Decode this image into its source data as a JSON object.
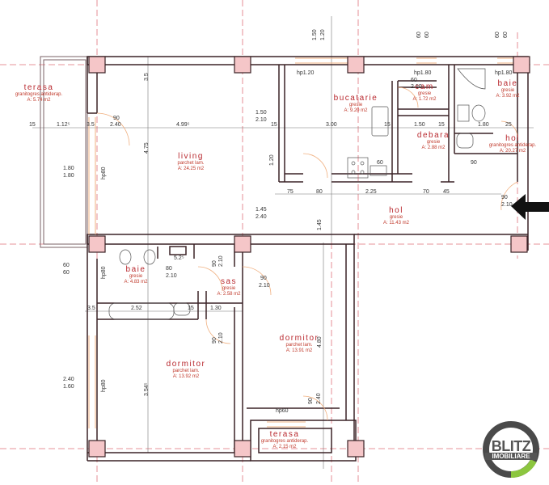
{
  "plan": {
    "rooms": [
      {
        "id": "terasa-1",
        "name": "terasa",
        "material": "granitogres antiderap.",
        "area": "A: 5.74 m2"
      },
      {
        "id": "living",
        "name": "living",
        "material": "parchet lam.",
        "area": "A: 24.25 m2"
      },
      {
        "id": "bucatarie",
        "name": "bucatarie",
        "material": "gresie",
        "area": "A: 9.20 m2"
      },
      {
        "id": "cam",
        "name": "cam",
        "material": "gresie",
        "area": "A: 1.72 m2"
      },
      {
        "id": "baie-1",
        "name": "baie",
        "material": "gresie",
        "area": "A: 3.92 m2"
      },
      {
        "id": "debara",
        "name": "debara",
        "material": "gresie",
        "area": "A: 2.88 m2"
      },
      {
        "id": "hol-1",
        "name": "hol",
        "material": "granitogres antiderap.",
        "area": "A: 20.27 m2"
      },
      {
        "id": "hol-2",
        "name": "hol",
        "material": "gresie",
        "area": "A: 11.43 m2"
      },
      {
        "id": "baie-2",
        "name": "baie",
        "material": "gresie",
        "area": "A: 4.83 m2"
      },
      {
        "id": "sas",
        "name": "sas",
        "material": "gresie",
        "area": "A: 2.58 m2"
      },
      {
        "id": "dormitor-1",
        "name": "dormitor",
        "material": "parchet lam.",
        "area": "A: 13.92 m2"
      },
      {
        "id": "dormitor-2",
        "name": "dormitor",
        "material": "parchet lam.",
        "area": "A: 13.91 m2"
      },
      {
        "id": "terasa-2",
        "name": "terasa",
        "material": "granitogres antiderap.",
        "area": "A: 2.15 m2"
      }
    ],
    "dimensions": {
      "d_15a": "15",
      "d_112": "1.12⁵",
      "d_35a": "3.5",
      "d_240a": "2.40",
      "d_499": "4.99⁵",
      "d_15b": "15",
      "d_300": "3.00",
      "d_15c": "15",
      "d_150a": "1.50",
      "d_15d": "15",
      "d_180": "1.80",
      "d_25": "25",
      "d_90a": "90",
      "d_60a": "60",
      "d_210a": "2.10",
      "d_180b": "1.80",
      "d_180c": "1.80",
      "d_150b": "1.50",
      "d_210b": "2.10",
      "d_145": "1.45",
      "d_240b": "2.40",
      "d_75": "75",
      "d_80": "80",
      "d_225": "2.25",
      "d_70": "70",
      "d_45": "45",
      "d_90door": "90",
      "d_210door": "2.10",
      "d_60b": "60",
      "d_60c": "60",
      "d_240c": "2.40",
      "d_160": "1.60",
      "d_252": "2.52",
      "d_130": "1.30",
      "d_35b": "3.5",
      "d_15e": "15",
      "d_521": "5.2⁵",
      "d_80b": "80",
      "d_210c": "2.10",
      "d_90b": "90",
      "d_210d": "2.10",
      "d_90c": "90",
      "d_210e": "2.10",
      "d_90d": "90",
      "d_210f": "2.10",
      "d_90e": "90",
      "d_240d": "2.40",
      "d_475": "4.75",
      "d_480": "4.80",
      "d_354": "3.54⁵",
      "d_145v": "1.45",
      "d_120": "1.20",
      "d_35top": "3.5",
      "d_60top1": "60",
      "d_60top2": "60",
      "d_150top": "1.50",
      "d_120top": "1.20",
      "d_90f": "90",
      "d_60d": "60"
    },
    "window_labels": {
      "hp120": "hp1.20",
      "hp180a": "hp1.80",
      "hp180b": "hp1.80",
      "hp80a": "hp80",
      "hp80b": "hp80",
      "hp80c": "hp80",
      "hp60": "hp60"
    },
    "entrance_arrow": "entrance-arrow"
  },
  "logo": {
    "line1": "BLITZ",
    "line2": "IMOBILIARE",
    "ring_color": "#4a4a4a",
    "accent_color": "#8cc63f"
  },
  "colors": {
    "wall": "#3a2226",
    "column_fill": "#f5c6c8",
    "axis": "#e0707a",
    "window": "#f0b080",
    "text_red": "#b8282e"
  }
}
